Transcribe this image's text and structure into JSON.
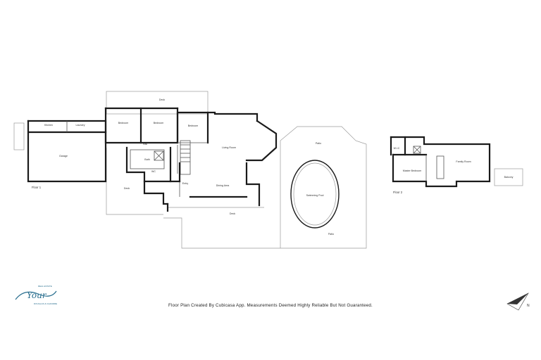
{
  "caption": "Floor Plan Created By Cubicasa App. Measurements Deemed Highly Reliable But Not Guaranteed.",
  "logo": {
    "small_text": "REAL ESTATE",
    "main_text": "Your",
    "tagline": "DOUGLAS & CHANDRE"
  },
  "compass": {
    "label": "N"
  },
  "floors": [
    {
      "label": "Floor 1"
    },
    {
      "label": "Floor 2"
    }
  ],
  "rooms": {
    "garage": "Garage",
    "kitchen": "Kitchen",
    "laundry": "Laundry",
    "bedroom_1": "Bedroom",
    "bedroom_2": "Bedroom",
    "bedroom_3": "Bedroom",
    "deck_top": "Deck",
    "hall": "Hall",
    "bath": "Bath",
    "wc": "WC",
    "living_room": "Living Room",
    "dining_area": "Dining Area",
    "entry": "Entry",
    "deck_left": "Deck",
    "deck_bottom": "Deck",
    "swimming_pool": "Swimming Pool",
    "patio": "Patio",
    "patio_top": "Patio",
    "wic": "W.I.C",
    "master_bedroom": "Master Bedroom",
    "family_room": "Family Room",
    "balcony": "Balcony"
  }
}
